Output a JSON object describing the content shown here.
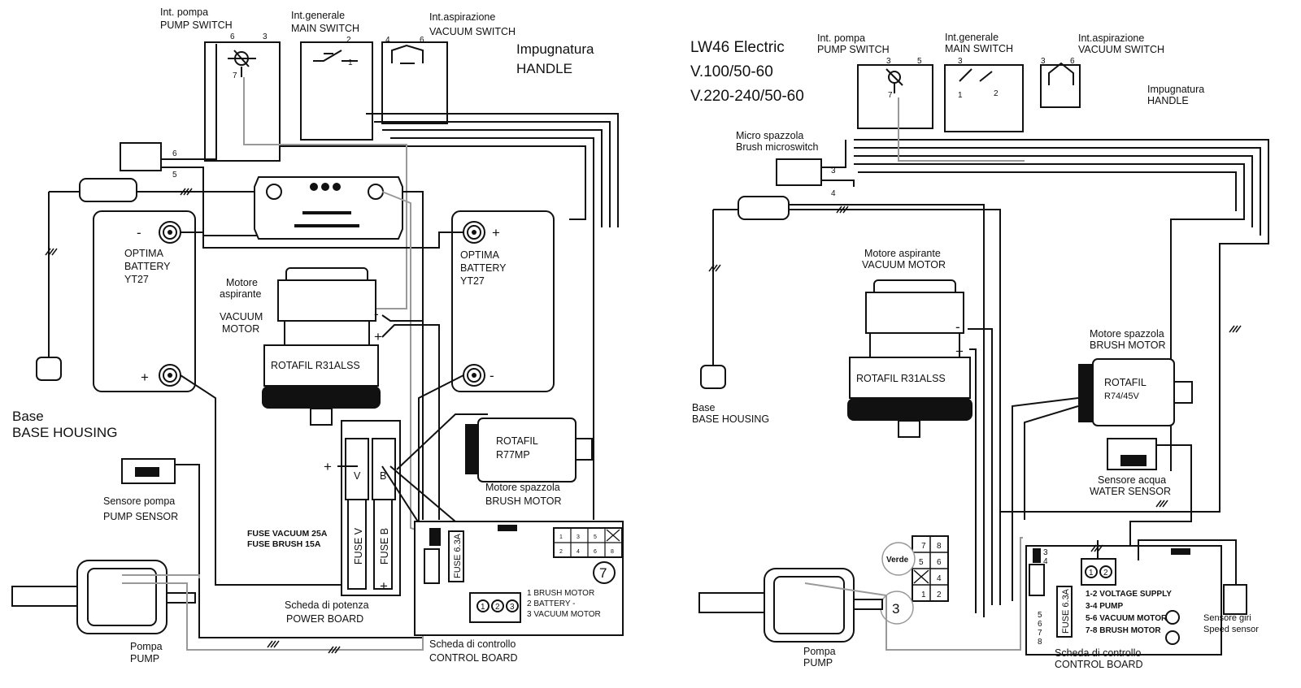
{
  "left": {
    "pump_switch": {
      "it": "Int. pompa",
      "en": "PUMP SWITCH",
      "pins": [
        "6",
        "3",
        "7"
      ]
    },
    "main_switch": {
      "it": "Int.generale",
      "en": "MAIN SWITCH",
      "pins": [
        "2",
        "1"
      ]
    },
    "vacuum_switch": {
      "it": "Int.aspirazione",
      "en": "VACUUM SWITCH",
      "pins": [
        "4",
        "6"
      ]
    },
    "handle": {
      "it": "Impugnatura",
      "en": "HANDLE"
    },
    "micro_pins": [
      "6",
      "5"
    ],
    "battery_left": {
      "lines": [
        "OPTIMA",
        "BATTERY",
        "YT27"
      ],
      "minus": "-",
      "plus": "+"
    },
    "battery_right": {
      "lines": [
        "OPTIMA",
        "BATTERY",
        "YT27"
      ],
      "minus": "-",
      "plus": "+"
    },
    "vacuum_motor": {
      "it1": "Motore",
      "it2": "aspirante",
      "en1": "VACUUM",
      "en2": "MOTOR",
      "model": "ROTAFIL R31ALSS",
      "minus": "-",
      "plus": "+"
    },
    "brush_motor": {
      "model1": "ROTAFIL",
      "model2": "R77MP",
      "it": "Motore spazzola",
      "en": "BRUSH MOTOR"
    },
    "base": {
      "it": "Base",
      "en": "BASE HOUSING"
    },
    "pump_sensor": {
      "it": "Sensore pompa",
      "en": "PUMP SENSOR"
    },
    "fuses": {
      "vacuum": "FUSE VACUUM 25A",
      "brush": "FUSE BRUSH 15A",
      "fuse_v": "FUSE V",
      "fuse_b": "FUSE B",
      "v": "V",
      "b": "B",
      "plus1": "+",
      "plus2": "+"
    },
    "power_board": {
      "it": "Scheda di potenza",
      "en": "POWER BOARD"
    },
    "pump": {
      "it": "Pompa",
      "en": "PUMP"
    },
    "control_board": {
      "it": "Scheda di controllo",
      "en": "CONTROL BOARD",
      "fuse": "FUSE 6.3A",
      "terminals": [
        "1",
        "2",
        "3"
      ],
      "legend": [
        "1 BRUSH MOTOR",
        "2 BATTERY -",
        "3 VACUUM MOTOR"
      ],
      "connector_pins": [
        "1",
        "3",
        "5",
        "2",
        "4",
        "6",
        "8"
      ],
      "callout": "7"
    }
  },
  "right": {
    "title": "LW46 Electric",
    "voltage1": "V.100/50-60",
    "voltage2": "V.220-240/50-60",
    "pump_switch": {
      "it": "Int. pompa",
      "en": "PUMP SWITCH",
      "pins": [
        "3",
        "5",
        "7"
      ]
    },
    "main_switch": {
      "it": "Int.generale",
      "en": "MAIN SWITCH",
      "pins": [
        "3",
        "1",
        "2"
      ]
    },
    "vacuum_switch": {
      "it": "Int.aspirazione",
      "en": "VACUUM SWITCH",
      "pins": [
        "3",
        "6"
      ]
    },
    "handle": {
      "it": "Impugnatura",
      "en": "HANDLE"
    },
    "brush_microswitch": {
      "it": "Micro spazzola",
      "en": "Brush microswitch",
      "pins": [
        "3",
        "4"
      ]
    },
    "vacuum_motor": {
      "it": "Motore aspirante",
      "en": "VACUUM MOTOR",
      "model": "ROTAFIL R31ALSS",
      "minus": "-",
      "plus": "+"
    },
    "brush_motor": {
      "it": "Motore spazzola",
      "en": "BRUSH MOTOR",
      "model1": "ROTAFIL",
      "model2": "R74/45V"
    },
    "base": {
      "it": "Base",
      "en": "BASE HOUSING"
    },
    "water_sensor": {
      "it": "Sensore acqua",
      "en": "WATER SENSOR"
    },
    "connector": {
      "pins": [
        "7",
        "8",
        "5",
        "6",
        "4",
        "1",
        "2"
      ],
      "verde": "Verde",
      "callout": "3"
    },
    "control_board": {
      "it": "Scheda di controllo",
      "en": "CONTROL BOARD",
      "fuse": "FUSE 6.3A",
      "terminals": [
        "1",
        "2"
      ],
      "legend": [
        "1-2 VOLTAGE SUPPLY",
        "3-4 PUMP",
        "5-6 VACUUM MOTOR",
        "7-8  BRUSH MOTOR"
      ],
      "pins": [
        "3",
        "4",
        "5",
        "6",
        "7",
        "8"
      ]
    },
    "speed_sensor": {
      "it": "Sensore giri",
      "en": "Speed sensor"
    },
    "pump": {
      "it": "Pompa",
      "en": "PUMP"
    }
  },
  "colors": {
    "line": "#111111",
    "grey_wire": "#999999",
    "background": "#ffffff"
  }
}
